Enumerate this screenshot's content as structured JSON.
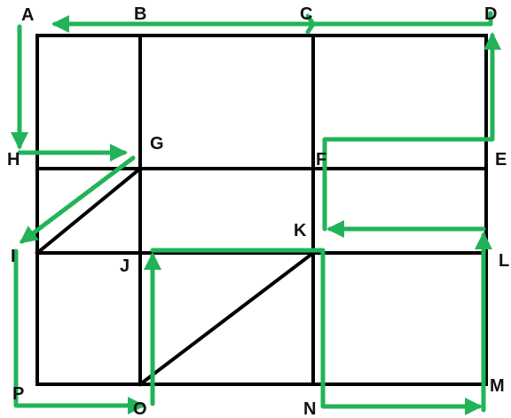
{
  "colors": {
    "grid": "#000000",
    "path": "#22b35a"
  },
  "points": {
    "A": "A",
    "B": "B",
    "C": "C",
    "D": "D",
    "E": "E",
    "F": "F",
    "G": "G",
    "H": "H",
    "I": "I",
    "J": "J",
    "K": "K",
    "L": "L",
    "M": "M",
    "N": "N",
    "O": "O",
    "P": "P"
  }
}
